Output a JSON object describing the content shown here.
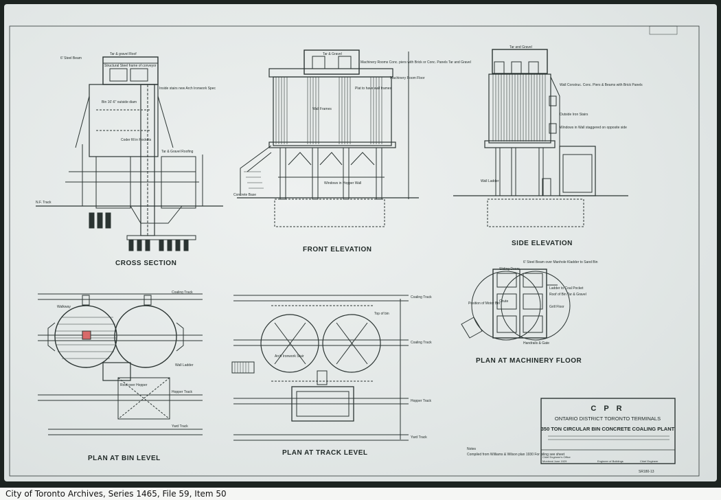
{
  "captions": {
    "cross_section": "CROSS SECTION",
    "front_elevation": "FRONT ELEVATION",
    "side_elevation": "SIDE ELEVATION",
    "plan_bin": "PLAN AT BIN LEVEL",
    "plan_track": "PLAN AT TRACK LEVEL",
    "plan_machinery": "PLAN AT MACHINERY FLOOR"
  },
  "notes": {
    "tar_gravel_roof": "Tar & gravel Roof",
    "steel_beam": "6' Steel Beam",
    "structural_steel": "Structural Steel frame of conveyor",
    "inside_stairs": "Inside stairs new Arch Ironwork Spec",
    "bin_circular": "Bin 16'-6\" outside diam",
    "coder_fill": "Coder fill in Pockets",
    "tar_gravel_roofing": "Tar & Gravel Roofing",
    "nf_track": "N.F. Track",
    "tar_gravel_top": "Tar & Gravel",
    "machinery_rooms": "Machinery Rooms Conc. piers with Brick or Conc. Panels Tar and Gravel",
    "machinery_floor": "Machinery Room Floor",
    "plat_new": "Plat to have wall frames",
    "wall_frames": "Wall Frames",
    "windows_hopper": "Windows in Hopper Wall",
    "concrete_base": "Concrete Base",
    "tar_gravel_side": "Tar and Gravel",
    "wall_construction": "Wall Construc. Conc. Piers & Beams with Brick Panels",
    "outside_stairs": "Outside Iron Stairs",
    "windows_wall": "Windows in Wall staggered on opposite side",
    "coaling_track_side": "Coaling Track",
    "wall_ladder_side": "Wall Ladder",
    "coaling_track": "Coaling Track",
    "hopper_track": "Hopper Track",
    "yard_track": "Yard Track",
    "walkway": "Walkway",
    "wall_ladder": "Wall Ladder",
    "top_of_bin": "Top of bin",
    "roof_hopper": "Roof over Hopper",
    "arch_stair": "Arch Ironwork Stair",
    "steel_beam_ladder": "6' Steel Beam over Manhole Kladder to Sand Bin",
    "sliding_doors": "Sliding Doors",
    "ladder_coal": "Ladder to Coal Pocket",
    "roof_of_bin": "Roof of Bin Tar & Gravel",
    "grill_floor": "Grill Floor",
    "position_motor": "Position of Motor Bin",
    "handrails_gate": "Handrails & Gate",
    "chute": "Chute",
    "compiled": "Compiled from Williams & Wilson plan 1930 For piling see sheet",
    "notes_head": "Notes"
  },
  "title_block": {
    "company": "C P R",
    "district": "ONTARIO DISTRICT   TORONTO TERMINALS",
    "plant": "350 TON CIRCULAR BIN CONCRETE COALING PLANT",
    "office": "Chief Engineer's Office",
    "place_date": "Montreal June 1929",
    "engineer_buildings": "Engineer of Buildings",
    "chief_engineer": "Chief Engineer",
    "drawing_no": "SR180-13"
  },
  "footer": {
    "credit": "City of Toronto Archives,  Series 1465, File 59, Item 50"
  },
  "colors": {
    "ink": "#1f2826",
    "paper": "#e3e8e7",
    "frame": "#1d2421"
  }
}
